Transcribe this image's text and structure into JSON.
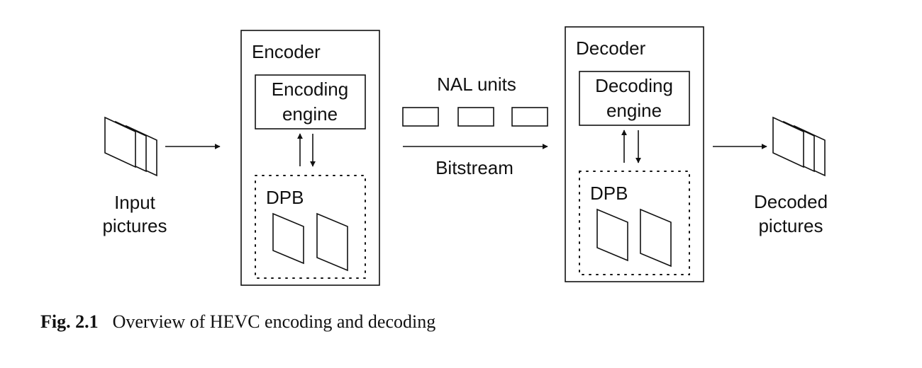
{
  "diagram": {
    "input_label": [
      "Input",
      "pictures"
    ],
    "encoder": {
      "title": "Encoder",
      "engine_label": [
        "Encoding",
        "engine"
      ],
      "dpb_label": "DPB"
    },
    "nal_units_label": "NAL units",
    "bitstream_label": "Bitstream",
    "decoder": {
      "title": "Decoder",
      "engine_label": [
        "Decoding",
        "engine"
      ],
      "dpb_label": "DPB"
    },
    "output_label": [
      "Decoded",
      "pictures"
    ]
  },
  "caption": {
    "number": "Fig. 2.1",
    "text": "Overview of HEVC encoding and decoding"
  }
}
